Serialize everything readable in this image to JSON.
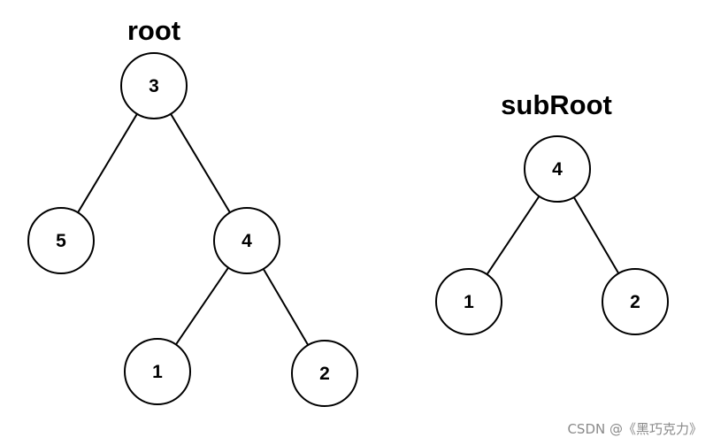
{
  "trees": [
    {
      "id": "root",
      "title": "root",
      "nodes": [
        {
          "id": "r3",
          "label": "3"
        },
        {
          "id": "r5",
          "label": "5"
        },
        {
          "id": "r4",
          "label": "4"
        },
        {
          "id": "r1",
          "label": "1"
        },
        {
          "id": "r2",
          "label": "2"
        }
      ],
      "edges": [
        {
          "from": "r3",
          "to": "r5"
        },
        {
          "from": "r3",
          "to": "r4"
        },
        {
          "from": "r4",
          "to": "r1"
        },
        {
          "from": "r4",
          "to": "r2"
        }
      ]
    },
    {
      "id": "subroot",
      "title": "subRoot",
      "nodes": [
        {
          "id": "s4",
          "label": "4"
        },
        {
          "id": "s1",
          "label": "1"
        },
        {
          "id": "s2",
          "label": "2"
        }
      ],
      "edges": [
        {
          "from": "s4",
          "to": "s1"
        },
        {
          "from": "s4",
          "to": "s2"
        }
      ]
    }
  ],
  "watermark": "CSDN @《黑巧克力》"
}
